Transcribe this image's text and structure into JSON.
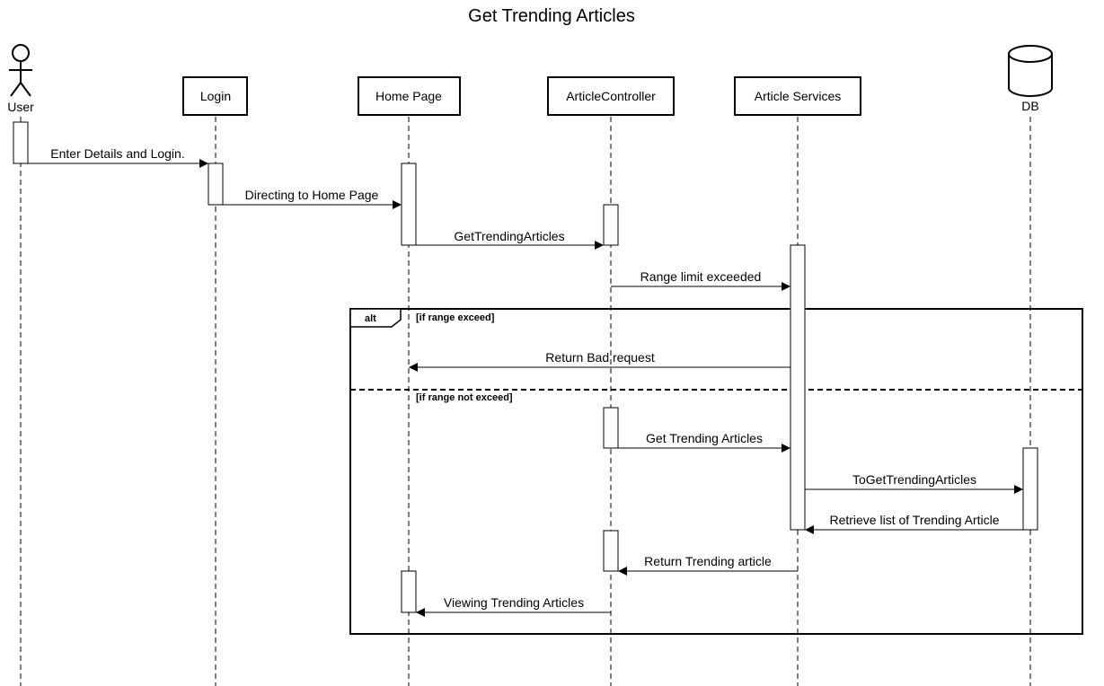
{
  "diagram": {
    "title": "Get Trending Articles",
    "actor": {
      "name": "User"
    },
    "participants": [
      {
        "id": "login",
        "name": "Login"
      },
      {
        "id": "home",
        "name": "Home Page"
      },
      {
        "id": "controller",
        "name": "ArticleController"
      },
      {
        "id": "services",
        "name": "Article Services"
      }
    ],
    "database": {
      "name": "DB"
    },
    "messages": [
      {
        "id": "m1",
        "label": "Enter Details and Login."
      },
      {
        "id": "m2",
        "label": "Directing to Home Page"
      },
      {
        "id": "m3",
        "label": "GetTrendingArticles"
      },
      {
        "id": "m4",
        "label": "Range limit exceeded"
      },
      {
        "id": "m5",
        "label": "Return Bad request"
      },
      {
        "id": "m6",
        "label": "Get Trending Articles"
      },
      {
        "id": "m7",
        "label": "ToGetTrendingArticles"
      },
      {
        "id": "m8",
        "label": "Retrieve list of Trending Article"
      },
      {
        "id": "m9",
        "label": "Return Trending article"
      },
      {
        "id": "m10",
        "label": "Viewing Trending Articles"
      }
    ],
    "alt_fragment": {
      "operator": "alt",
      "guard_1": "[if range exceed]",
      "guard_2": "[if range not exceed]"
    }
  }
}
